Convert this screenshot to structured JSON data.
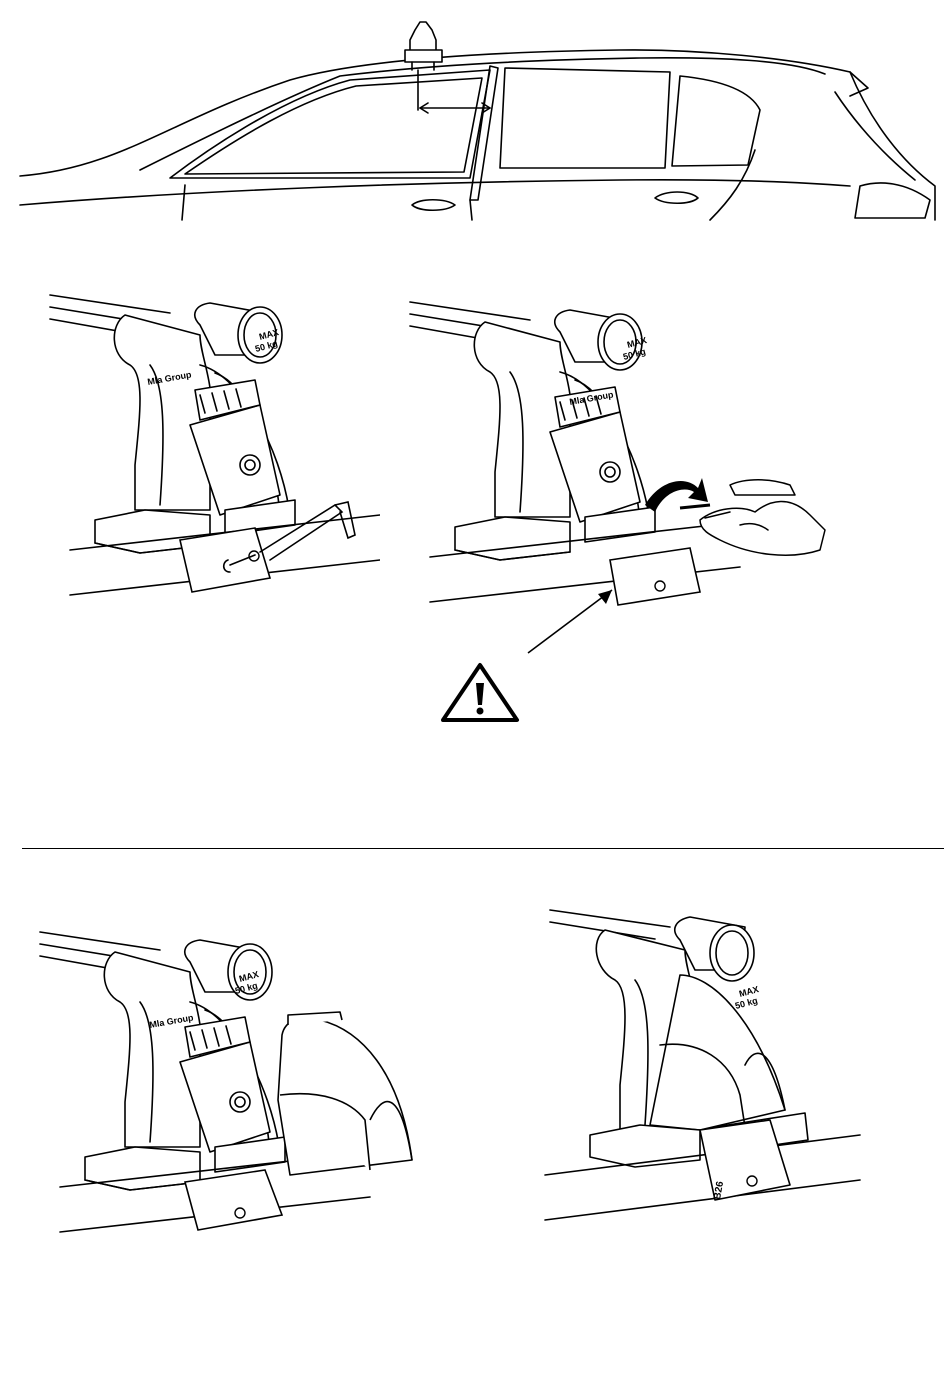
{
  "cap_label": {
    "line1": "MAX",
    "line2": "50 kg"
  },
  "brand_text": "Mla Group",
  "bracket_code": "B26",
  "icons": {
    "warning": "warning-triangle-icon",
    "hand": "hand-icon",
    "rotate": "rotate-arrow-icon",
    "allen_key": "allen-key-icon"
  },
  "colors": {
    "line": "#000000",
    "background": "#ffffff"
  }
}
